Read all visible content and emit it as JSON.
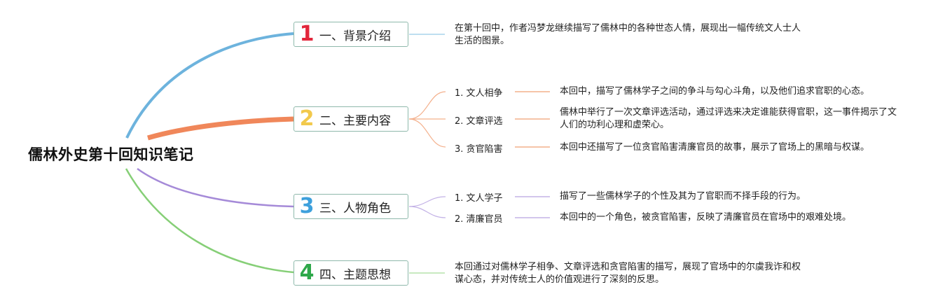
{
  "root": {
    "title": "儒林外史第十回知识笔记"
  },
  "colors": {
    "blue": "#6db3dd",
    "orange": "#f0875a",
    "purple": "#a58ad8",
    "green": "#86cf77",
    "num_red": "#e2263b",
    "num_yellow": "#f2c94c",
    "num_blue": "#3da0dc",
    "num_green": "#2ea84a"
  },
  "branches": [
    {
      "num": "1",
      "label": "一、背景介绍",
      "text": "在第十回中，作者冯梦龙继续描写了儒林中的各种世态人情，展现出一幅传统文人士人生活的图景。"
    },
    {
      "num": "2",
      "label": "二、主要内容",
      "items": [
        {
          "label": "1. 文人相争",
          "text": "本回中，描写了儒林学子之间的争斗与勾心斗角，以及他们追求官职的心态。"
        },
        {
          "label": "2. 文章评选",
          "text": "儒林中举行了一次文章评选活动，通过评选来决定谁能获得官职，这一事件揭示了文人们的功利心理和虚荣心。"
        },
        {
          "label": "3. 贪官陷害",
          "text": "本回中还描写了一位贪官陷害清廉官员的故事，展示了官场上的黑暗与权谋。"
        }
      ]
    },
    {
      "num": "3",
      "label": "三、人物角色",
      "items": [
        {
          "label": "1. 文人学子",
          "text": "描写了一些儒林学子的个性及其为了官职而不择手段的行为。"
        },
        {
          "label": "2. 清廉官员",
          "text": "本回中的一个角色，被贪官陷害，反映了清廉官员在官场中的艰难处境。"
        }
      ]
    },
    {
      "num": "4",
      "label": "四、主题思想",
      "text": "本回通过对儒林学子相争、文章评选和贪官陷害的描写，展现了官场中的尔虞我诈和权谋心态，并对传统士人的价值观进行了深刻的反思。"
    }
  ]
}
